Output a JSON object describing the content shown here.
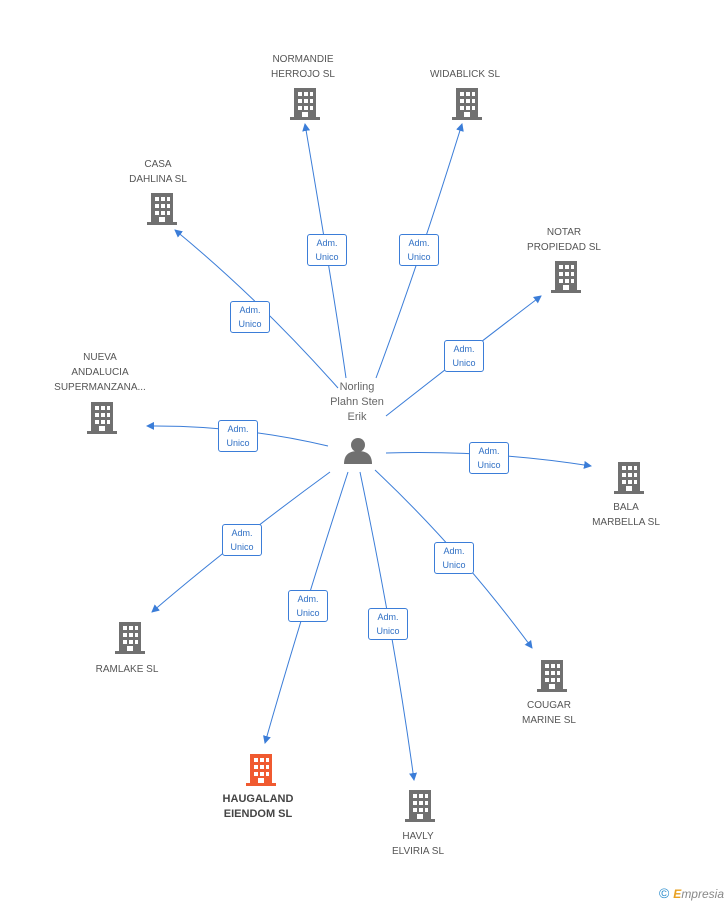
{
  "center": {
    "name": "Norling\nPlahn Sten\nErik",
    "icon": "person-icon"
  },
  "colors": {
    "edge": "#3b7dd8",
    "building": "#707070",
    "building_focus": "#f05a30"
  },
  "nodes": [
    {
      "id": "normandie",
      "label": "NORMANDIE\nHERROJO SL",
      "role": "Adm.\nUnico",
      "focus": false
    },
    {
      "id": "widablick",
      "label": "WIDABLICK SL",
      "role": "Adm.\nUnico",
      "focus": false
    },
    {
      "id": "casa",
      "label": "CASA\nDAHLINA SL",
      "role": "Adm.\nUnico",
      "focus": false
    },
    {
      "id": "notar",
      "label": "NOTAR\nPROPIEDAD SL",
      "role": "Adm.\nUnico",
      "focus": false
    },
    {
      "id": "nueva",
      "label": "NUEVA\nANDALUCIA\nSUPERMANZANA...",
      "role": "Adm.\nUnico",
      "focus": false
    },
    {
      "id": "bala",
      "label": "BALA\nMARBELLA  SL",
      "role": "Adm.\nUnico",
      "focus": false
    },
    {
      "id": "ramlake",
      "label": "RAMLAKE SL",
      "role": "Adm.\nUnico",
      "focus": false
    },
    {
      "id": "cougar",
      "label": "COUGAR\nMARINE  SL",
      "role": "Adm.\nUnico",
      "focus": false
    },
    {
      "id": "haugaland",
      "label": "HAUGALAND\nEIENDOM SL",
      "role": "Adm.\nUnico",
      "focus": true
    },
    {
      "id": "havly",
      "label": "HAVLY\nELVIRIA SL",
      "role": "Adm.\nUnico",
      "focus": false
    }
  ],
  "brand": {
    "copyright": "©",
    "e": "E",
    "rest": "mpresia"
  }
}
